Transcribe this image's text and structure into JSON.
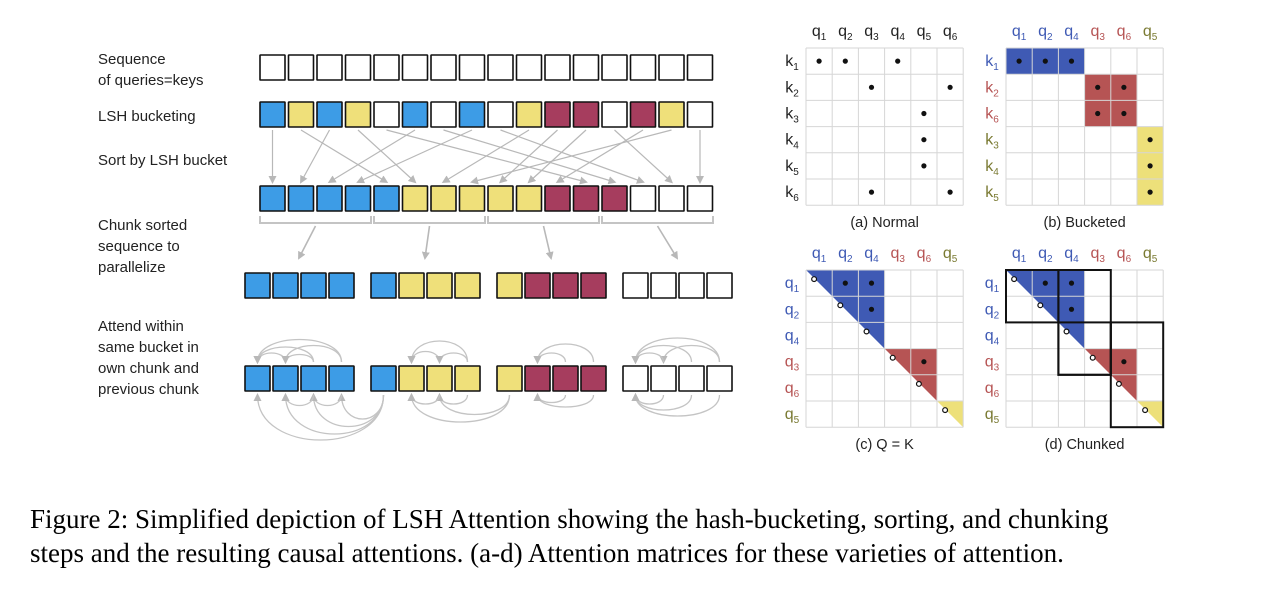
{
  "colors": {
    "blue": "#3d9ce6",
    "yellow": "#efe07a",
    "red": "#a63d5e",
    "white": "#ffffff",
    "mat_blue": "#3f5ab4",
    "mat_red": "#b65454",
    "mat_yellow": "#ede07a",
    "lbl_blue": "#3f5ab4",
    "lbl_red": "#b65454",
    "lbl_olive": "#7a7a32",
    "arrow": "#b8b8b8"
  },
  "pipeline": {
    "labels": [
      [
        "Sequence",
        "of queries=keys"
      ],
      [
        "LSH bucketing"
      ],
      [
        "Sort by LSH bucket"
      ],
      [
        "Chunk sorted",
        "sequence to",
        "parallelize"
      ],
      [
        "Attend within",
        "same bucket in",
        "own chunk and",
        "previous chunk"
      ]
    ],
    "sequence": [
      "white",
      "white",
      "white",
      "white",
      "white",
      "white",
      "white",
      "white",
      "white",
      "white",
      "white",
      "white",
      "white",
      "white",
      "white",
      "white"
    ],
    "bucketed": [
      "blue",
      "yellow",
      "blue",
      "yellow",
      "white",
      "blue",
      "white",
      "blue",
      "white",
      "yellow",
      "red",
      "red",
      "white",
      "red",
      "yellow",
      "white"
    ],
    "sorted": [
      "blue",
      "blue",
      "blue",
      "blue",
      "blue",
      "yellow",
      "yellow",
      "yellow",
      "yellow",
      "yellow",
      "red",
      "red",
      "red",
      "white",
      "white",
      "white"
    ],
    "chunks": [
      [
        "blue",
        "blue",
        "blue",
        "blue"
      ],
      [
        "blue",
        "yellow",
        "yellow",
        "yellow"
      ],
      [
        "yellow",
        "red",
        "red",
        "red"
      ],
      [
        "white",
        "white",
        "white",
        "white"
      ]
    ]
  },
  "matrices": {
    "a": {
      "caption": "(a) Normal",
      "cols": [
        {
          "t": "q",
          "s": "1",
          "c": "dark"
        },
        {
          "t": "q",
          "s": "2",
          "c": "dark"
        },
        {
          "t": "q",
          "s": "3",
          "c": "dark"
        },
        {
          "t": "q",
          "s": "4",
          "c": "dark"
        },
        {
          "t": "q",
          "s": "5",
          "c": "dark"
        },
        {
          "t": "q",
          "s": "6",
          "c": "dark"
        }
      ],
      "rows": [
        {
          "t": "k",
          "s": "1",
          "c": "dark"
        },
        {
          "t": "k",
          "s": "2",
          "c": "dark"
        },
        {
          "t": "k",
          "s": "3",
          "c": "dark"
        },
        {
          "t": "k",
          "s": "4",
          "c": "dark"
        },
        {
          "t": "k",
          "s": "5",
          "c": "dark"
        },
        {
          "t": "k",
          "s": "6",
          "c": "dark"
        }
      ],
      "dots": [
        [
          0,
          0
        ],
        [
          0,
          1
        ],
        [
          0,
          3
        ],
        [
          1,
          2
        ],
        [
          1,
          5
        ],
        [
          2,
          4
        ],
        [
          3,
          4
        ],
        [
          4,
          4
        ],
        [
          5,
          2
        ],
        [
          5,
          5
        ]
      ]
    },
    "b": {
      "caption": "(b) Bucketed",
      "cols": [
        {
          "t": "q",
          "s": "1",
          "c": "blue"
        },
        {
          "t": "q",
          "s": "2",
          "c": "blue"
        },
        {
          "t": "q",
          "s": "4",
          "c": "blue"
        },
        {
          "t": "q",
          "s": "3",
          "c": "red"
        },
        {
          "t": "q",
          "s": "6",
          "c": "red"
        },
        {
          "t": "q",
          "s": "5",
          "c": "olive"
        }
      ],
      "rows": [
        {
          "t": "k",
          "s": "1",
          "c": "blue"
        },
        {
          "t": "k",
          "s": "2",
          "c": "red"
        },
        {
          "t": "k",
          "s": "6",
          "c": "red"
        },
        {
          "t": "k",
          "s": "3",
          "c": "olive"
        },
        {
          "t": "k",
          "s": "4",
          "c": "olive"
        },
        {
          "t": "k",
          "s": "5",
          "c": "olive"
        }
      ],
      "dots": [
        [
          0,
          0
        ],
        [
          0,
          1
        ],
        [
          0,
          2
        ],
        [
          1,
          3
        ],
        [
          1,
          4
        ],
        [
          2,
          3
        ],
        [
          2,
          4
        ],
        [
          3,
          5
        ],
        [
          4,
          5
        ],
        [
          5,
          5
        ]
      ]
    },
    "c": {
      "caption": "(c) Q = K",
      "cols": [
        {
          "t": "q",
          "s": "1",
          "c": "blue"
        },
        {
          "t": "q",
          "s": "2",
          "c": "blue"
        },
        {
          "t": "q",
          "s": "4",
          "c": "blue"
        },
        {
          "t": "q",
          "s": "3",
          "c": "red"
        },
        {
          "t": "q",
          "s": "6",
          "c": "red"
        },
        {
          "t": "q",
          "s": "5",
          "c": "olive"
        }
      ],
      "rows": [
        {
          "t": "q",
          "s": "1",
          "c": "blue"
        },
        {
          "t": "q",
          "s": "2",
          "c": "blue"
        },
        {
          "t": "q",
          "s": "4",
          "c": "blue"
        },
        {
          "t": "q",
          "s": "3",
          "c": "red"
        },
        {
          "t": "q",
          "s": "6",
          "c": "red"
        },
        {
          "t": "q",
          "s": "5",
          "c": "olive"
        }
      ],
      "dots": [
        [
          0,
          1
        ],
        [
          0,
          2
        ],
        [
          1,
          2
        ]
      ],
      "odots": [
        [
          0,
          0
        ],
        [
          1,
          1
        ],
        [
          2,
          2
        ],
        [
          3,
          3
        ],
        [
          4,
          4
        ],
        [
          5,
          5
        ]
      ],
      "reddots": [
        [
          3,
          4
        ]
      ]
    },
    "d": {
      "caption": "(d) Chunked",
      "cols": [
        {
          "t": "q",
          "s": "1",
          "c": "blue"
        },
        {
          "t": "q",
          "s": "2",
          "c": "blue"
        },
        {
          "t": "q",
          "s": "4",
          "c": "blue"
        },
        {
          "t": "q",
          "s": "3",
          "c": "red"
        },
        {
          "t": "q",
          "s": "6",
          "c": "red"
        },
        {
          "t": "q",
          "s": "5",
          "c": "olive"
        }
      ],
      "rows": [
        {
          "t": "q",
          "s": "1",
          "c": "blue"
        },
        {
          "t": "q",
          "s": "2",
          "c": "blue"
        },
        {
          "t": "q",
          "s": "4",
          "c": "blue"
        },
        {
          "t": "q",
          "s": "3",
          "c": "red"
        },
        {
          "t": "q",
          "s": "6",
          "c": "red"
        },
        {
          "t": "q",
          "s": "5",
          "c": "olive"
        }
      ],
      "dots": [
        [
          0,
          1
        ],
        [
          0,
          2
        ],
        [
          1,
          2
        ]
      ],
      "odots": [
        [
          0,
          0
        ],
        [
          1,
          1
        ],
        [
          2,
          2
        ],
        [
          3,
          3
        ],
        [
          4,
          4
        ],
        [
          5,
          5
        ]
      ],
      "reddots": [
        [
          3,
          4
        ]
      ]
    }
  },
  "caption": {
    "line1": "Figure 2: Simplified depiction of LSH Attention showing the hash-bucketing, sorting, and chunking",
    "line2": "steps and the resulting causal attentions. (a-d) Attention matrices for these varieties of attention."
  }
}
